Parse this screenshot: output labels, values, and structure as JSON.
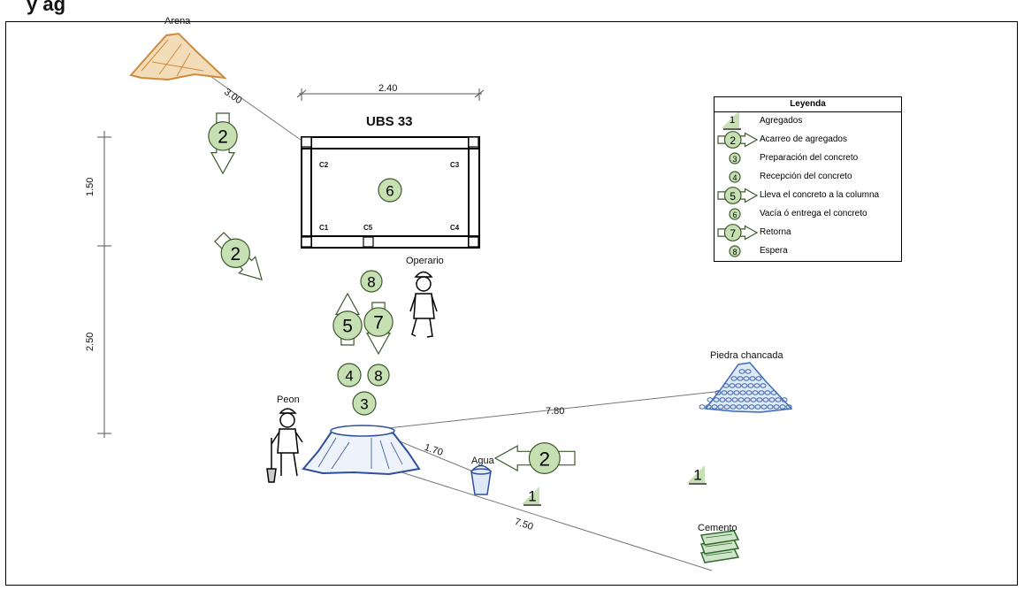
{
  "header": {
    "title": "y ag"
  },
  "plan": {
    "title": "UBS 33",
    "width_label": "2.40",
    "columns": [
      "C2",
      "C3",
      "C1",
      "C5",
      "C4"
    ]
  },
  "dimensions": {
    "vertical_top": "1.50",
    "vertical_bottom": "2.50"
  },
  "distances": {
    "arena": "3.00",
    "piedra": "7.80",
    "agua": "1.70",
    "cemento": "7.50"
  },
  "materials": {
    "arena": "Arena",
    "piedra": "Piedra chancada",
    "agua": "Agua",
    "cemento": "Cemento"
  },
  "workers": {
    "operario": "Operario",
    "peon": "Peon"
  },
  "symbols": [
    "1",
    "2",
    "3",
    "4",
    "5",
    "6",
    "7",
    "8"
  ],
  "legend": {
    "title": "Leyenda",
    "items": [
      {
        "symbol": "1",
        "label": "Agregados"
      },
      {
        "symbol": "2",
        "label": "Acarreo de agregados"
      },
      {
        "symbol": "3",
        "label": "Preparación del concreto"
      },
      {
        "symbol": "4",
        "label": "Recepción del concreto"
      },
      {
        "symbol": "5",
        "label": "Lleva el concreto a la columna"
      },
      {
        "symbol": "6",
        "label": "Vacía ó entrega el concreto"
      },
      {
        "symbol": "7",
        "label": "Retorna"
      },
      {
        "symbol": "8",
        "label": "Espera"
      }
    ]
  },
  "colors": {
    "symbol_fill": "#c6e0b4",
    "symbol_stroke": "#3d5a2c",
    "arena": "#d08a3c",
    "piedra": "#3f6bb5",
    "mezcla": "#2f4f9c",
    "cemento": "#2e6b2e",
    "line": "#777777"
  }
}
